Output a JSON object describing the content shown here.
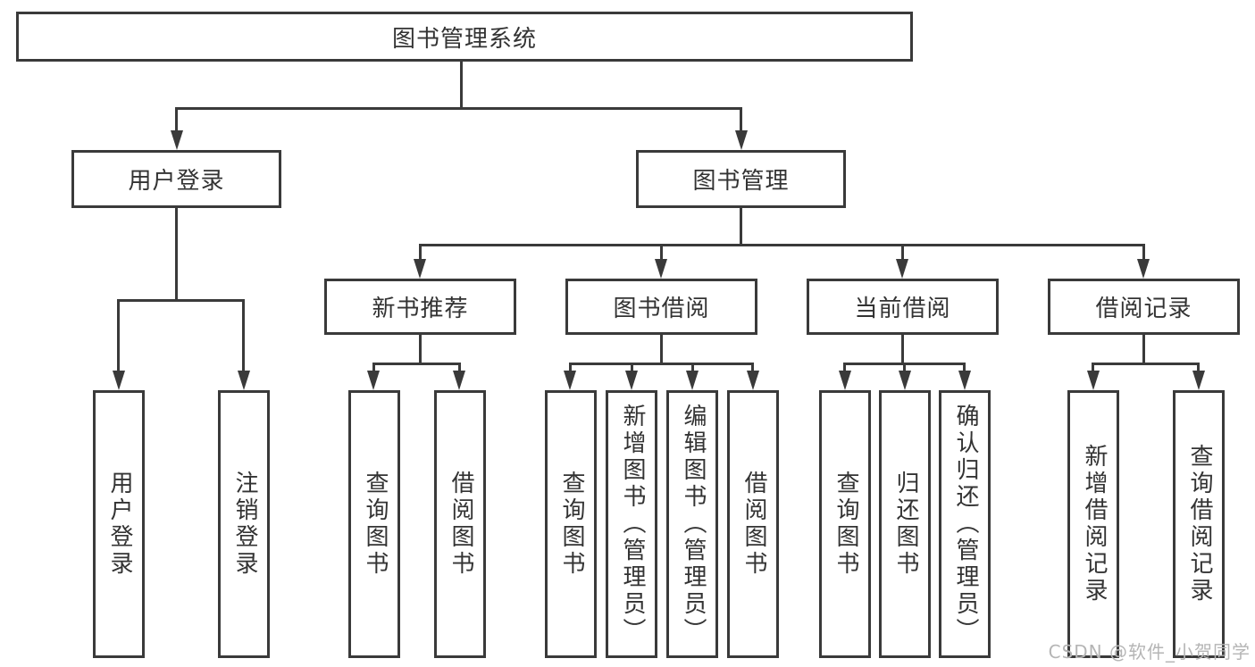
{
  "diagram": {
    "title": "图书管理系统",
    "level2": [
      {
        "label": "用户登录"
      },
      {
        "label": "图书管理"
      }
    ],
    "level3": [
      {
        "label": "新书推荐",
        "parent": "图书管理"
      },
      {
        "label": "图书借阅",
        "parent": "图书管理"
      },
      {
        "label": "当前借阅",
        "parent": "图书管理"
      },
      {
        "label": "借阅记录",
        "parent": "图书管理"
      }
    ],
    "leaves": [
      {
        "label": "用户登录",
        "parent": "用户登录"
      },
      {
        "label": "注销登录",
        "parent": "用户登录"
      },
      {
        "label": "查询图书",
        "parent": "新书推荐"
      },
      {
        "label": "借阅图书",
        "parent": "新书推荐"
      },
      {
        "label": "查询图书",
        "parent": "图书借阅"
      },
      {
        "label": "新增图书（管理员）",
        "parent": "图书借阅"
      },
      {
        "label": "编辑图书（管理员）",
        "parent": "图书借阅"
      },
      {
        "label": "借阅图书",
        "parent": "图书借阅"
      },
      {
        "label": "查询图书",
        "parent": "当前借阅"
      },
      {
        "label": "归还图书",
        "parent": "当前借阅"
      },
      {
        "label": "确认归还（管理员）",
        "parent": "当前借阅"
      },
      {
        "label": "新增借阅记录",
        "parent": "借阅记录"
      },
      {
        "label": "查询借阅记录",
        "parent": "借阅记录"
      }
    ]
  },
  "watermark": "CSDN @软件_小贺同学",
  "colors": {
    "line": "#3a3a3a",
    "text": "#333333",
    "background": "#ffffff",
    "watermark": "#b5b5b5"
  }
}
